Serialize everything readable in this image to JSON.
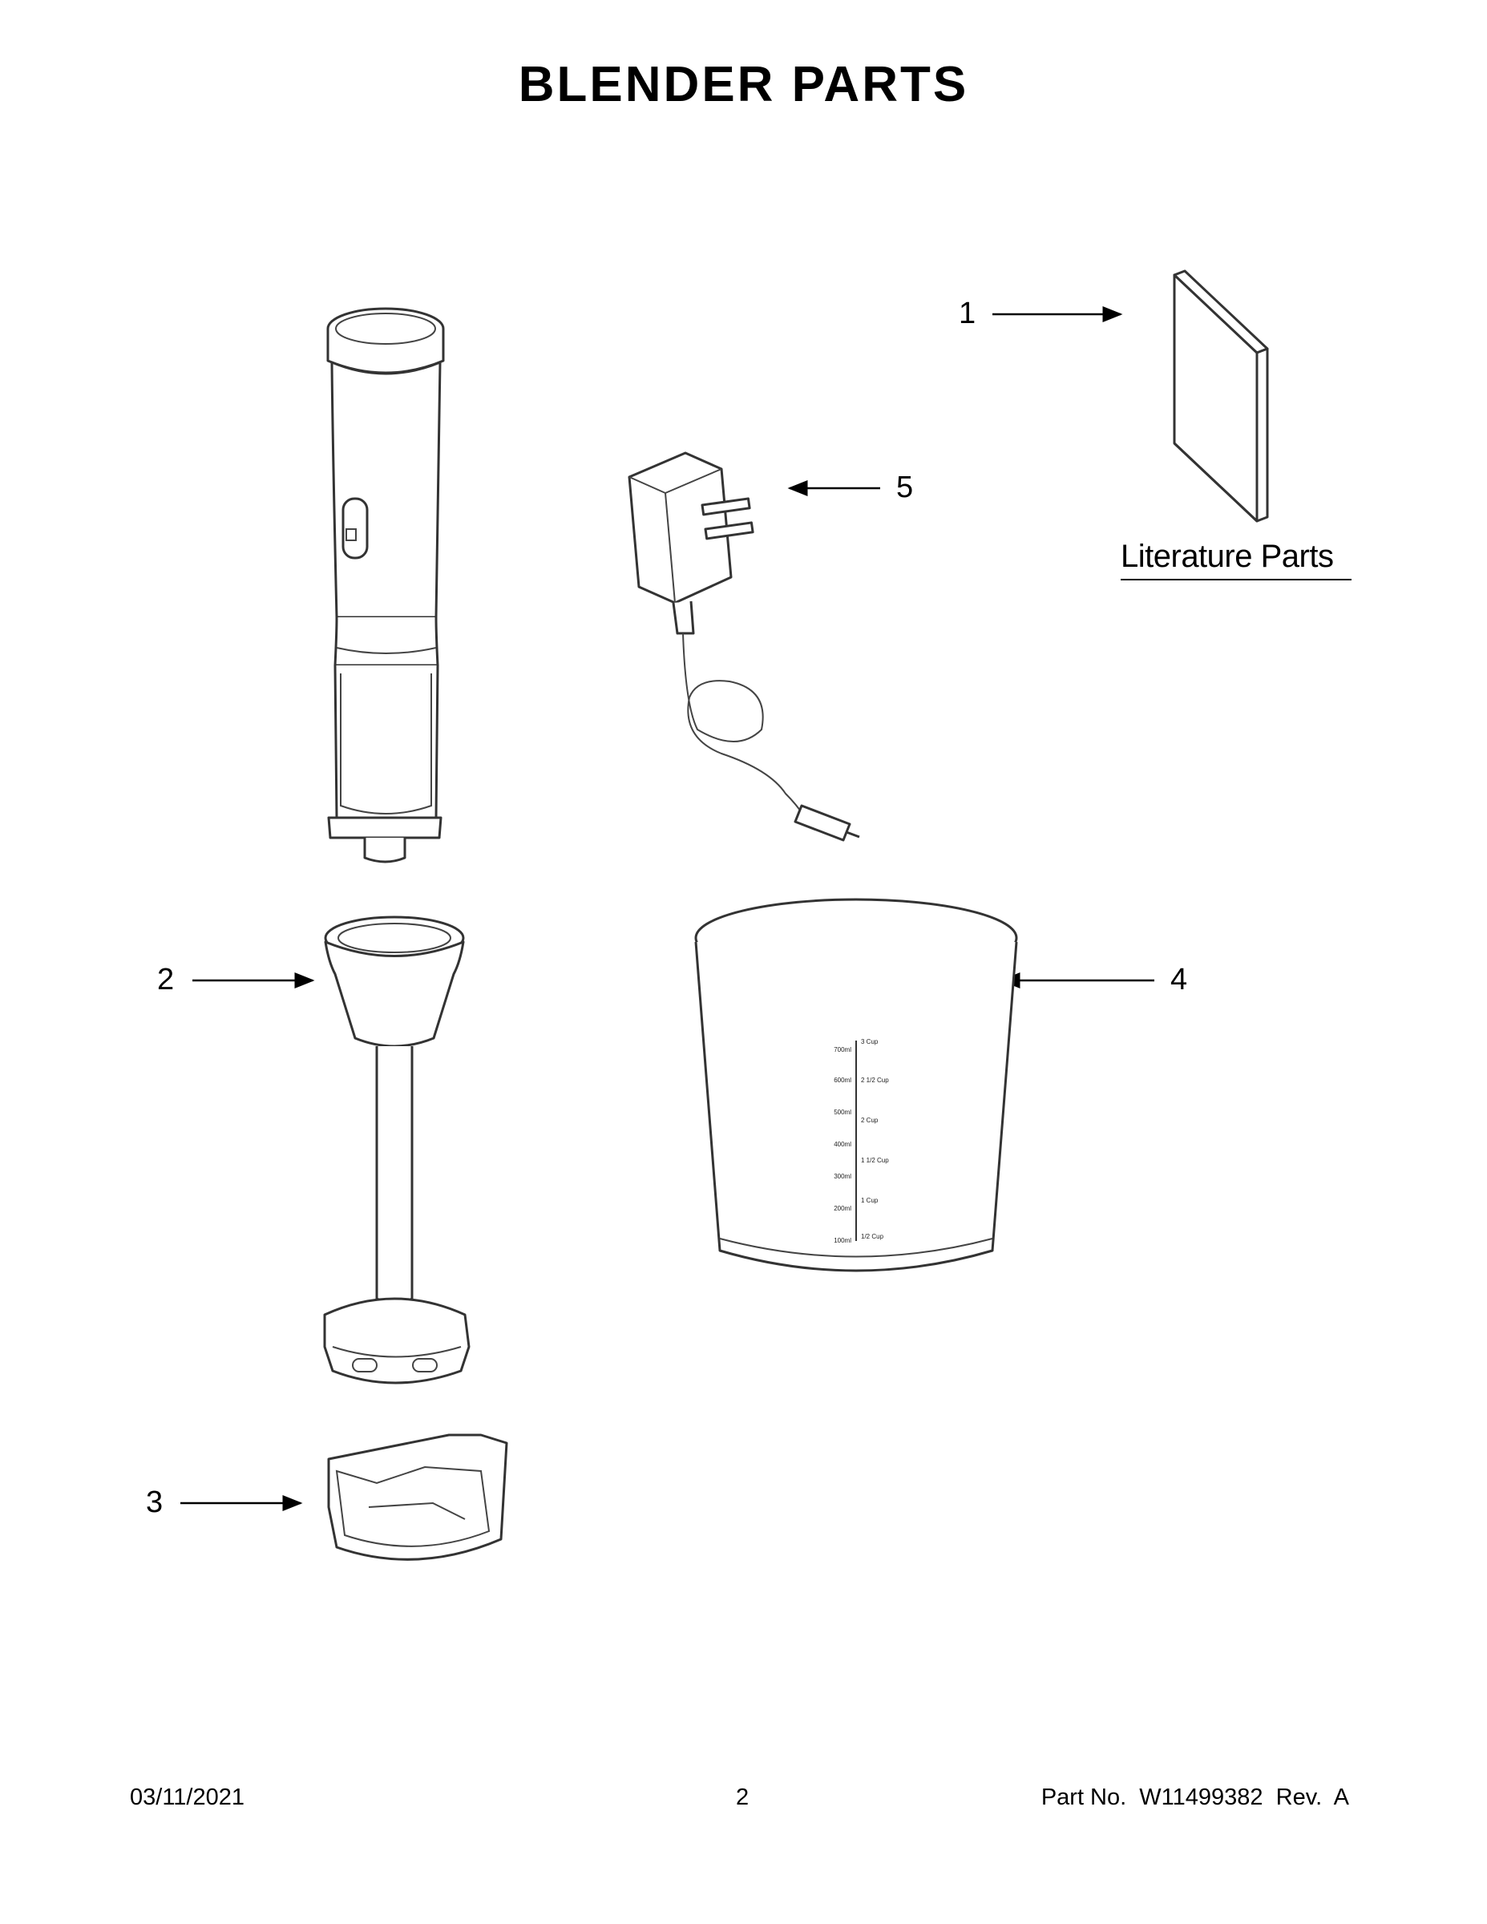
{
  "title": "BLENDER PARTS",
  "callouts": [
    {
      "id": "1",
      "label": "1"
    },
    {
      "id": "2",
      "label": "2"
    },
    {
      "id": "3",
      "label": "3"
    },
    {
      "id": "4",
      "label": "4"
    },
    {
      "id": "5",
      "label": "5"
    }
  ],
  "literature_label": "Literature Parts",
  "cup_markings": {
    "ml": [
      "700ml",
      "600ml",
      "500ml",
      "400ml",
      "300ml",
      "200ml",
      "100ml"
    ],
    "cup": [
      "3 Cup",
      "2 1/2 Cup",
      "2 Cup",
      "1 1/2 Cup",
      "1 Cup",
      "1/2 Cup"
    ]
  },
  "footer": {
    "date": "03/11/2021",
    "page": "2",
    "part_no": "Part No.  W11499382  Rev.  A"
  }
}
